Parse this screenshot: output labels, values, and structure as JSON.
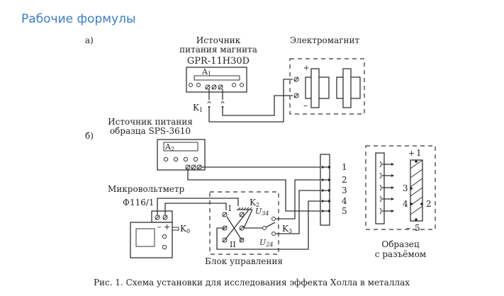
{
  "page": {
    "title": "Рабочие формулы"
  },
  "diagram": {
    "part_a": {
      "label": "а)",
      "magnet_source": {
        "title_line1": "Источник",
        "title_line2": "питания магнита",
        "model": "GPR-11H30D",
        "ammeter_label": "A",
        "ammeter_sub": "1",
        "key_label": "K",
        "key_sub": "1"
      },
      "electromagnet": {
        "title": "Электромагнит",
        "plus": "+",
        "minus": "–"
      }
    },
    "part_b": {
      "label": "б)",
      "sample_source": {
        "title_line1": "Источник питания",
        "title_line2": "образца SPS-3610",
        "ammeter_label": "A",
        "ammeter_sub": "2"
      },
      "microvoltmeter": {
        "title_line1": "Микровольтметр",
        "title_line2": "Ф116/1",
        "minus": "–",
        "plus": "+",
        "key_label": "K",
        "key_sub": "0"
      },
      "control_block": {
        "title": "Блок управления",
        "switch_label": "K",
        "switch_sub": "2",
        "pos_1": "I",
        "pos_2": "II",
        "key3_label": "K",
        "key3_sub": "3",
        "u34": "U",
        "u34_sub": "34",
        "u24": "U",
        "u24_sub": "24"
      },
      "connector_pins": [
        "1",
        "2",
        "3",
        "4",
        "5"
      ],
      "sample": {
        "title_line1": "Образец",
        "title_line2": "с разъёмом",
        "plus": "+",
        "minus": "–",
        "pin_top": "1",
        "pin_bottom": "5",
        "pin_left_upper": "3",
        "pin_left_lower": "4",
        "pin_right": "2"
      }
    },
    "caption": "Рис. 1. Схема установки для исследования эффекта Холла в металлах"
  }
}
